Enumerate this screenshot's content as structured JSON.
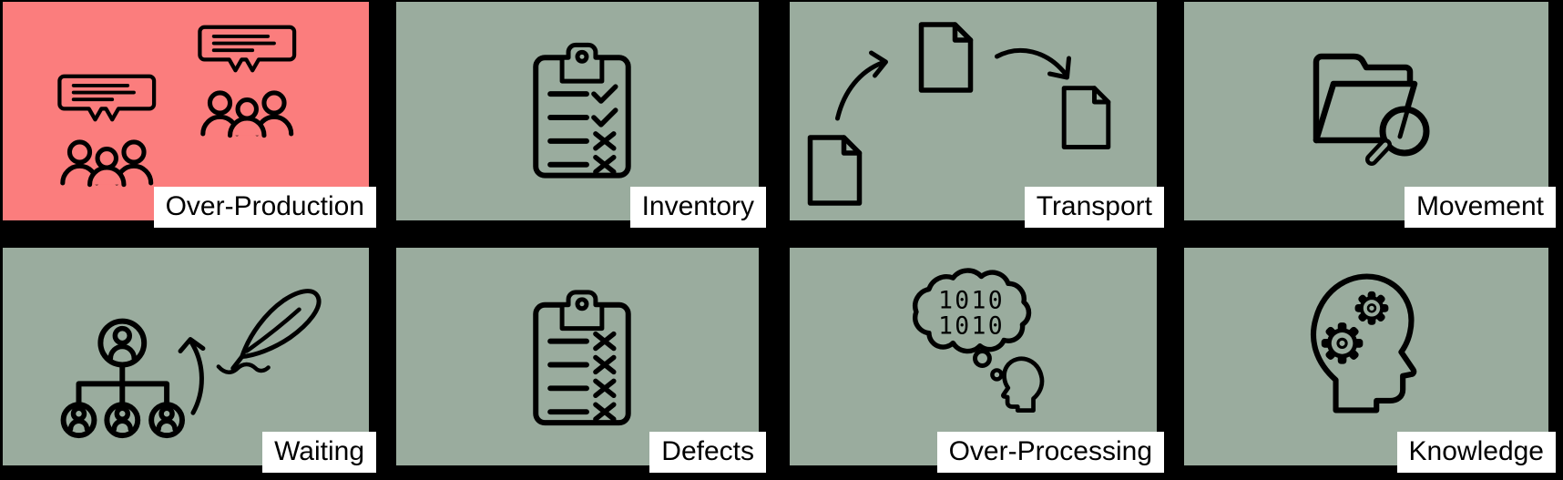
{
  "palette": {
    "background": "#000000",
    "tile_green": "#9AAC9E",
    "tile_highlight_red": "#FB7D7D",
    "label_background": "#FFFFFF",
    "label_text": "#000000",
    "icon_stroke": "#000000"
  },
  "grid": {
    "rows": 2,
    "columns": 4
  },
  "tiles": [
    {
      "id": "over-production",
      "label": "Over-Production",
      "icon": "speech-bubble-crowds-icon",
      "highlighted": true,
      "row": 1,
      "col": 1
    },
    {
      "id": "inventory",
      "label": "Inventory",
      "icon": "clipboard-checklist-icon",
      "highlighted": false,
      "row": 1,
      "col": 2
    },
    {
      "id": "transport",
      "label": "Transport",
      "icon": "documents-transfer-icon",
      "highlighted": false,
      "row": 1,
      "col": 3
    },
    {
      "id": "movement",
      "label": "Movement",
      "icon": "folder-magnifier-icon",
      "highlighted": false,
      "row": 1,
      "col": 4
    },
    {
      "id": "waiting",
      "label": "Waiting",
      "icon": "org-chart-quill-icon",
      "highlighted": false,
      "row": 2,
      "col": 1
    },
    {
      "id": "defects",
      "label": "Defects",
      "icon": "clipboard-crosses-icon",
      "highlighted": false,
      "row": 2,
      "col": 2
    },
    {
      "id": "over-processing",
      "label": "Over-Processing",
      "icon": "binary-thought-head-icon",
      "highlighted": false,
      "row": 2,
      "col": 3
    },
    {
      "id": "knowledge",
      "label": "Knowledge",
      "icon": "head-gears-icon",
      "highlighted": false,
      "row": 2,
      "col": 4
    }
  ],
  "binary_thought": {
    "line1": "1010",
    "line2": "1010"
  }
}
